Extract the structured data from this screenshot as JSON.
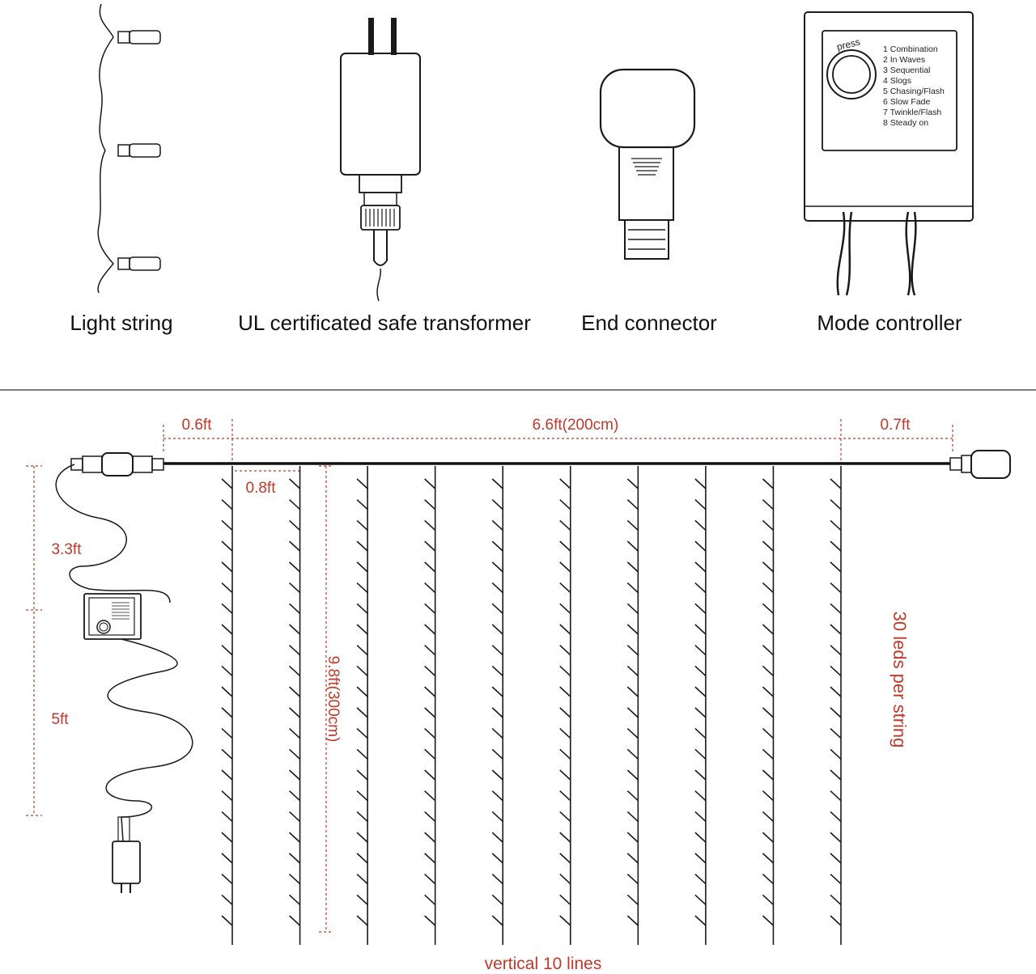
{
  "components": {
    "light_string": "Light string",
    "transformer": "UL certificated safe transformer",
    "end_connector": "End connector",
    "mode_controller": "Mode controller"
  },
  "controller": {
    "press": "press",
    "modes": [
      "1 Combination",
      "2 In Waves",
      "3 Sequential",
      "4 Slogs",
      "5 Chasing/Flash",
      "6 Slow Fade",
      "7 Twinkle/Flash",
      "8 Steady on"
    ]
  },
  "dimensions": {
    "left_lead": "0.6ft",
    "width": "6.6ft(200cm)",
    "right_lead": "0.7ft",
    "spacing": "0.8ft",
    "height": "9.8ft(300cm)",
    "leds": "30 leds per string",
    "cable_top": "3.3ft",
    "cable_bottom": "5ft",
    "strands": "vertical 10 lines"
  },
  "layout_info": {
    "strand_count": 10,
    "leds_per_visible_strand": 22
  },
  "colors": {
    "dimension_red": "#c0392b",
    "line_dark": "#1a1a1a"
  }
}
